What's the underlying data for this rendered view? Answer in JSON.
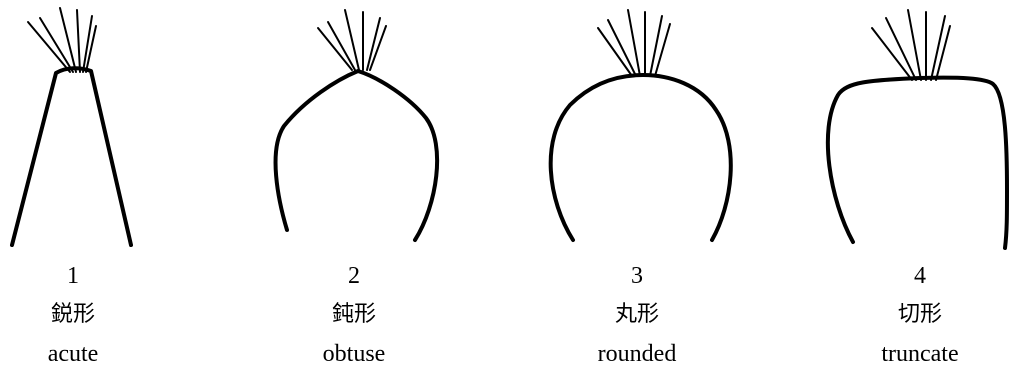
{
  "shapes": [
    {
      "number": "1",
      "name_jp": "鋭形",
      "name_en": "acute"
    },
    {
      "number": "2",
      "name_jp": "鈍形",
      "name_en": "obtuse"
    },
    {
      "number": "3",
      "name_jp": "丸形",
      "name_en": "rounded"
    },
    {
      "number": "4",
      "name_jp": "切形",
      "name_en": "truncate"
    }
  ],
  "colors": {
    "stroke": "#000000",
    "background": "#ffffff"
  }
}
